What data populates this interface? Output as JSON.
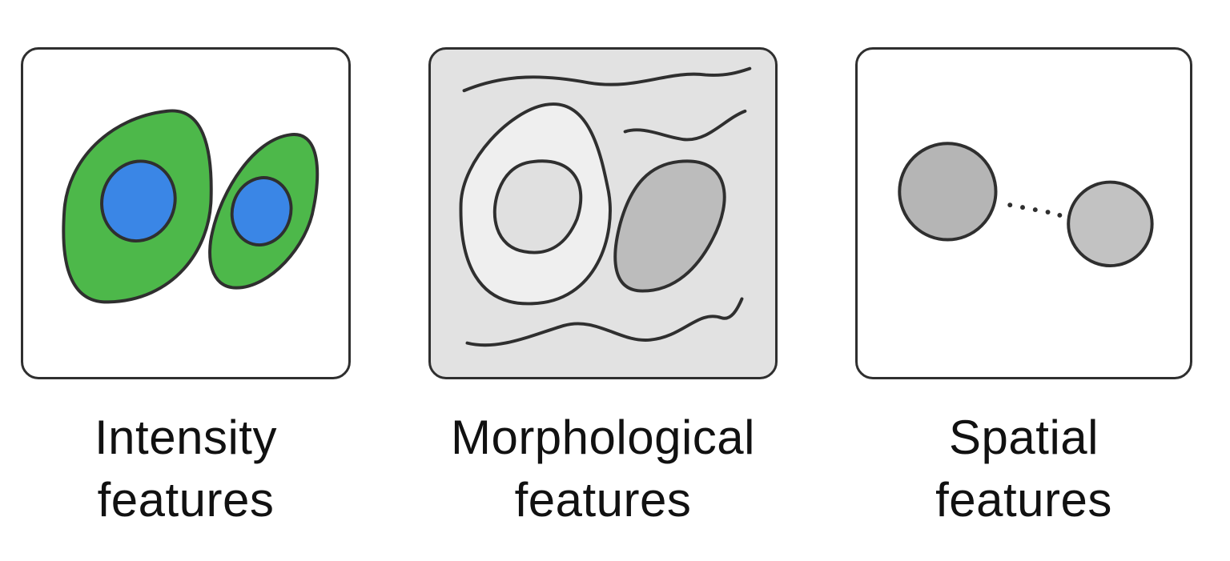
{
  "panels": [
    {
      "id": "intensity",
      "caption_line1": "Intensity",
      "caption_line2": "features",
      "icon": "cells-with-nuclei-icon",
      "colors": {
        "cytoplasm": "#4db84a",
        "nucleus": "#3a86e6",
        "outline": "#2f2f2f"
      }
    },
    {
      "id": "morphological",
      "caption_line1": "Morphological",
      "caption_line2": "features",
      "icon": "cell-shapes-texture-icon",
      "colors": {
        "background": "#e2e2e2",
        "cell_light": "#efefef",
        "cell_dark": "#bcbcbc",
        "outline": "#2f2f2f"
      }
    },
    {
      "id": "spatial",
      "caption_line1": "Spatial",
      "caption_line2": "features",
      "icon": "two-cells-distance-icon",
      "colors": {
        "circle_left": "#b5b5b5",
        "circle_right": "#c2c2c2",
        "outline": "#2f2f2f"
      }
    }
  ]
}
